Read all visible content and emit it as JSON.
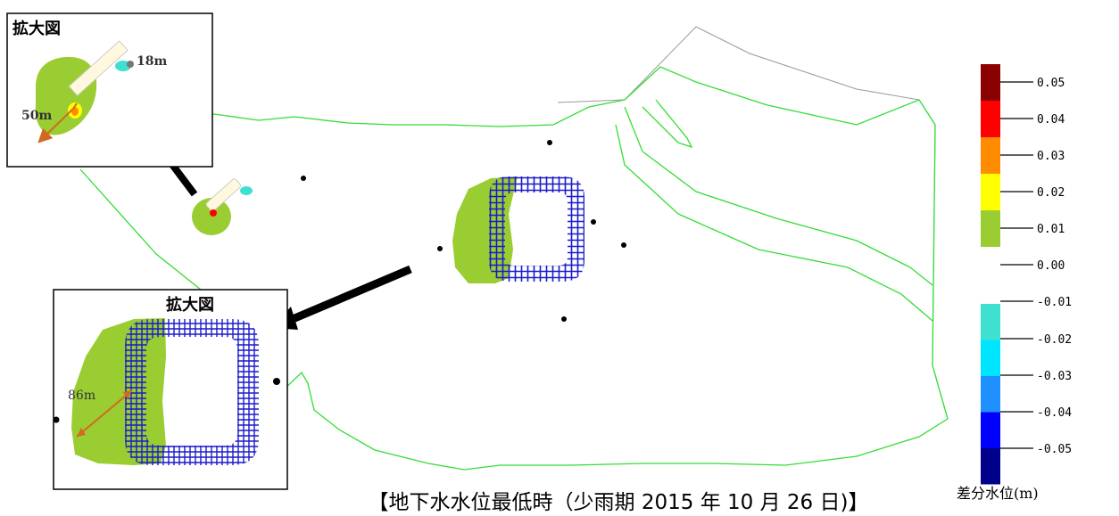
{
  "inset_label": "拡大図",
  "inset_main": {
    "label": "拡大図",
    "dimension": "86m"
  },
  "inset_small": {
    "label": "拡大図",
    "dimension_a": "50m",
    "dimension_b": "18m"
  },
  "caption": "【地下水水位最低時（少雨期 2015 年 10 月 26 日)】",
  "legend": {
    "title": "差分水位(m)",
    "ticks": [
      "0.05",
      "0.04",
      "0.03",
      "0.02",
      "0.01",
      "0.00",
      "-0.01",
      "-0.02",
      "-0.03",
      "-0.04",
      "-0.05"
    ],
    "positive_colors": [
      "#8b0000",
      "#ff0000",
      "#ff8c00",
      "#ffff00",
      "#9acd32"
    ],
    "negative_colors": [
      "#40e0d0",
      "#00e5ff",
      "#1e90ff",
      "#0000ff",
      "#00008b"
    ]
  },
  "colors": {
    "boundary_green": "#33dd33",
    "outline_gray": "#999999",
    "wall_blue": "#1a1acd",
    "area_yellowgreen": "#9acd32",
    "arrow": "#000000",
    "dimension_line": "#d2691e"
  }
}
